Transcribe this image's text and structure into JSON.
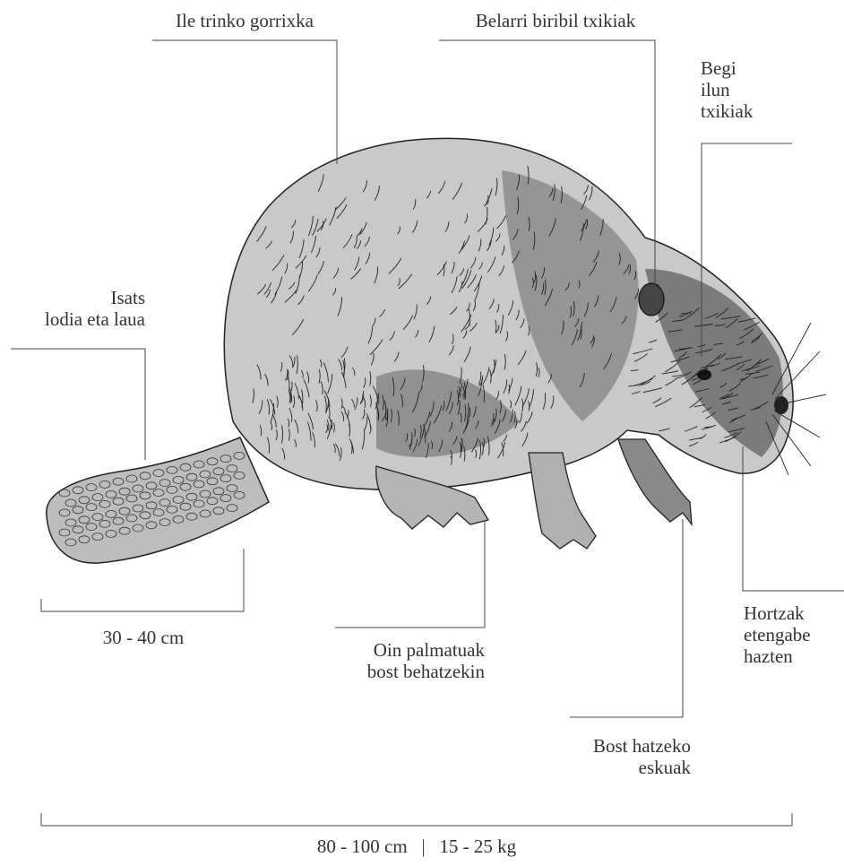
{
  "labels": {
    "fur": "Ile trinko gorrixka",
    "ears": "Belarri biribil txikiak",
    "eyes": [
      "Begi",
      "ilun",
      "txikiak"
    ],
    "tail": [
      "Isats",
      "lodia eta laua"
    ],
    "tail_size": "30 - 40 cm",
    "feet": [
      "Oin palmatuak",
      "bost behatzekin"
    ],
    "hands": [
      "Bost hatzeko",
      "eskuak"
    ],
    "teeth": [
      "Hortzak",
      "etengabe",
      "hazten"
    ],
    "total": "80 - 100 cm   |   15 - 25 kg"
  },
  "colors": {
    "ink": "#222222",
    "text": "#333333",
    "background": "#ffffff"
  }
}
